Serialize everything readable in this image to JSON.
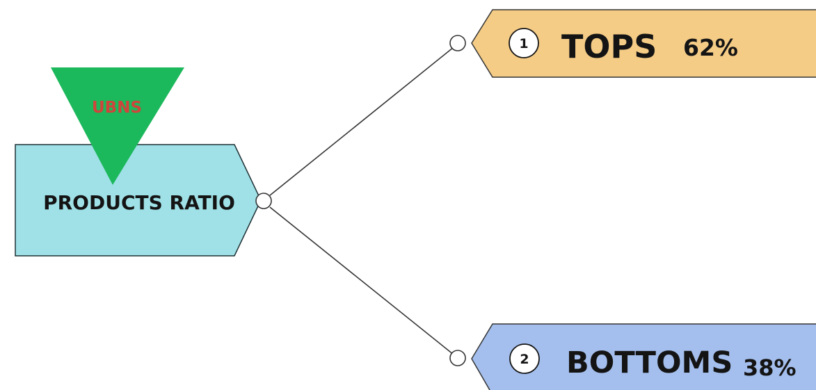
{
  "logo": {
    "text": "UBNS",
    "text_color": "#d0453b",
    "shape_color": "#1cb85c"
  },
  "root": {
    "label": "PRODUCTS RATIO",
    "fill": "#9fe1e7"
  },
  "branches": [
    {
      "number": "1",
      "label": "TOPS",
      "percent": "62%",
      "fill": "#f5cc86"
    },
    {
      "number": "2",
      "label": "BOTTOMS",
      "percent": "38%",
      "fill": "#a4bfed"
    }
  ],
  "colors": {
    "line": "#333333",
    "text": "#141414"
  }
}
